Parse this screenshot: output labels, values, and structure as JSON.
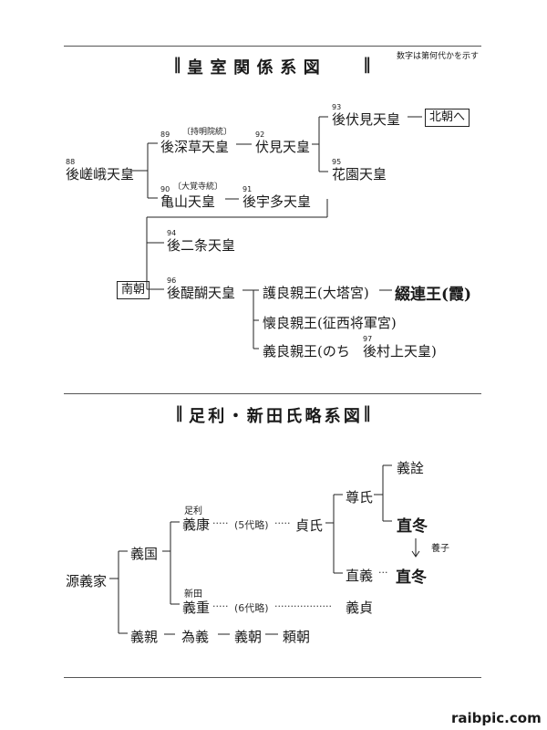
{
  "imperial": {
    "title_left": "‖",
    "title": "皇室関係系図",
    "title_right": "‖",
    "note": "数字は第何代かを示す",
    "gosaga": {
      "num": "88",
      "name": "後嵯峨天皇"
    },
    "gofukakusa": {
      "num": "89",
      "name": "後深草天皇",
      "lineage": "〔持明院統〕"
    },
    "fushimi": {
      "num": "92",
      "name": "伏見天皇"
    },
    "gofushimi": {
      "num": "93",
      "name": "後伏見天皇"
    },
    "hokucho": "北朝へ",
    "hanazono": {
      "num": "95",
      "name": "花園天皇"
    },
    "kameyama": {
      "num": "90",
      "name": "亀山天皇",
      "lineage": "〔大覚寺統〕"
    },
    "gouda": {
      "num": "91",
      "name": "後宇多天皇"
    },
    "gonijo": {
      "num": "94",
      "name": "後二条天皇"
    },
    "nancho": "南朝",
    "godaigo": {
      "num": "96",
      "name": "後醍醐天皇"
    },
    "moriyoshi": "護良親王(大塔宮)",
    "oshino": "綴連王(霞)",
    "kaneyoshi": "懐良親王(征西将軍宮)",
    "noriyoshi_prefix": "義良親王(のち",
    "gomurakami": {
      "num": "97",
      "name": "後村上天皇)"
    }
  },
  "ashikaga": {
    "title_left": "‖",
    "title": "足利・新田氏略系図",
    "title_right": "‖",
    "yoshiie": "源義家",
    "yoshikuni": "義国",
    "ashikaga_label": "足利",
    "yoshiyasu": "義康",
    "gen5": "(5代略)",
    "sadauji": "貞氏",
    "takauji": "尊氏",
    "yoshiakira": "義詮",
    "tadafuyu_top": "直冬",
    "yoshi_label": "養子",
    "tadayoshi": "直義",
    "tadafuyu_bottom": "直冬",
    "nitta_label": "新田",
    "yoshishige": "義重",
    "gen6": "(6代略)",
    "yoshisada": "義貞",
    "yoshichika": "義親",
    "tameyoshi": "為義",
    "yoshitomo": "義朝",
    "yoritomo": "頼朝"
  },
  "watermark": "raibpic.com"
}
